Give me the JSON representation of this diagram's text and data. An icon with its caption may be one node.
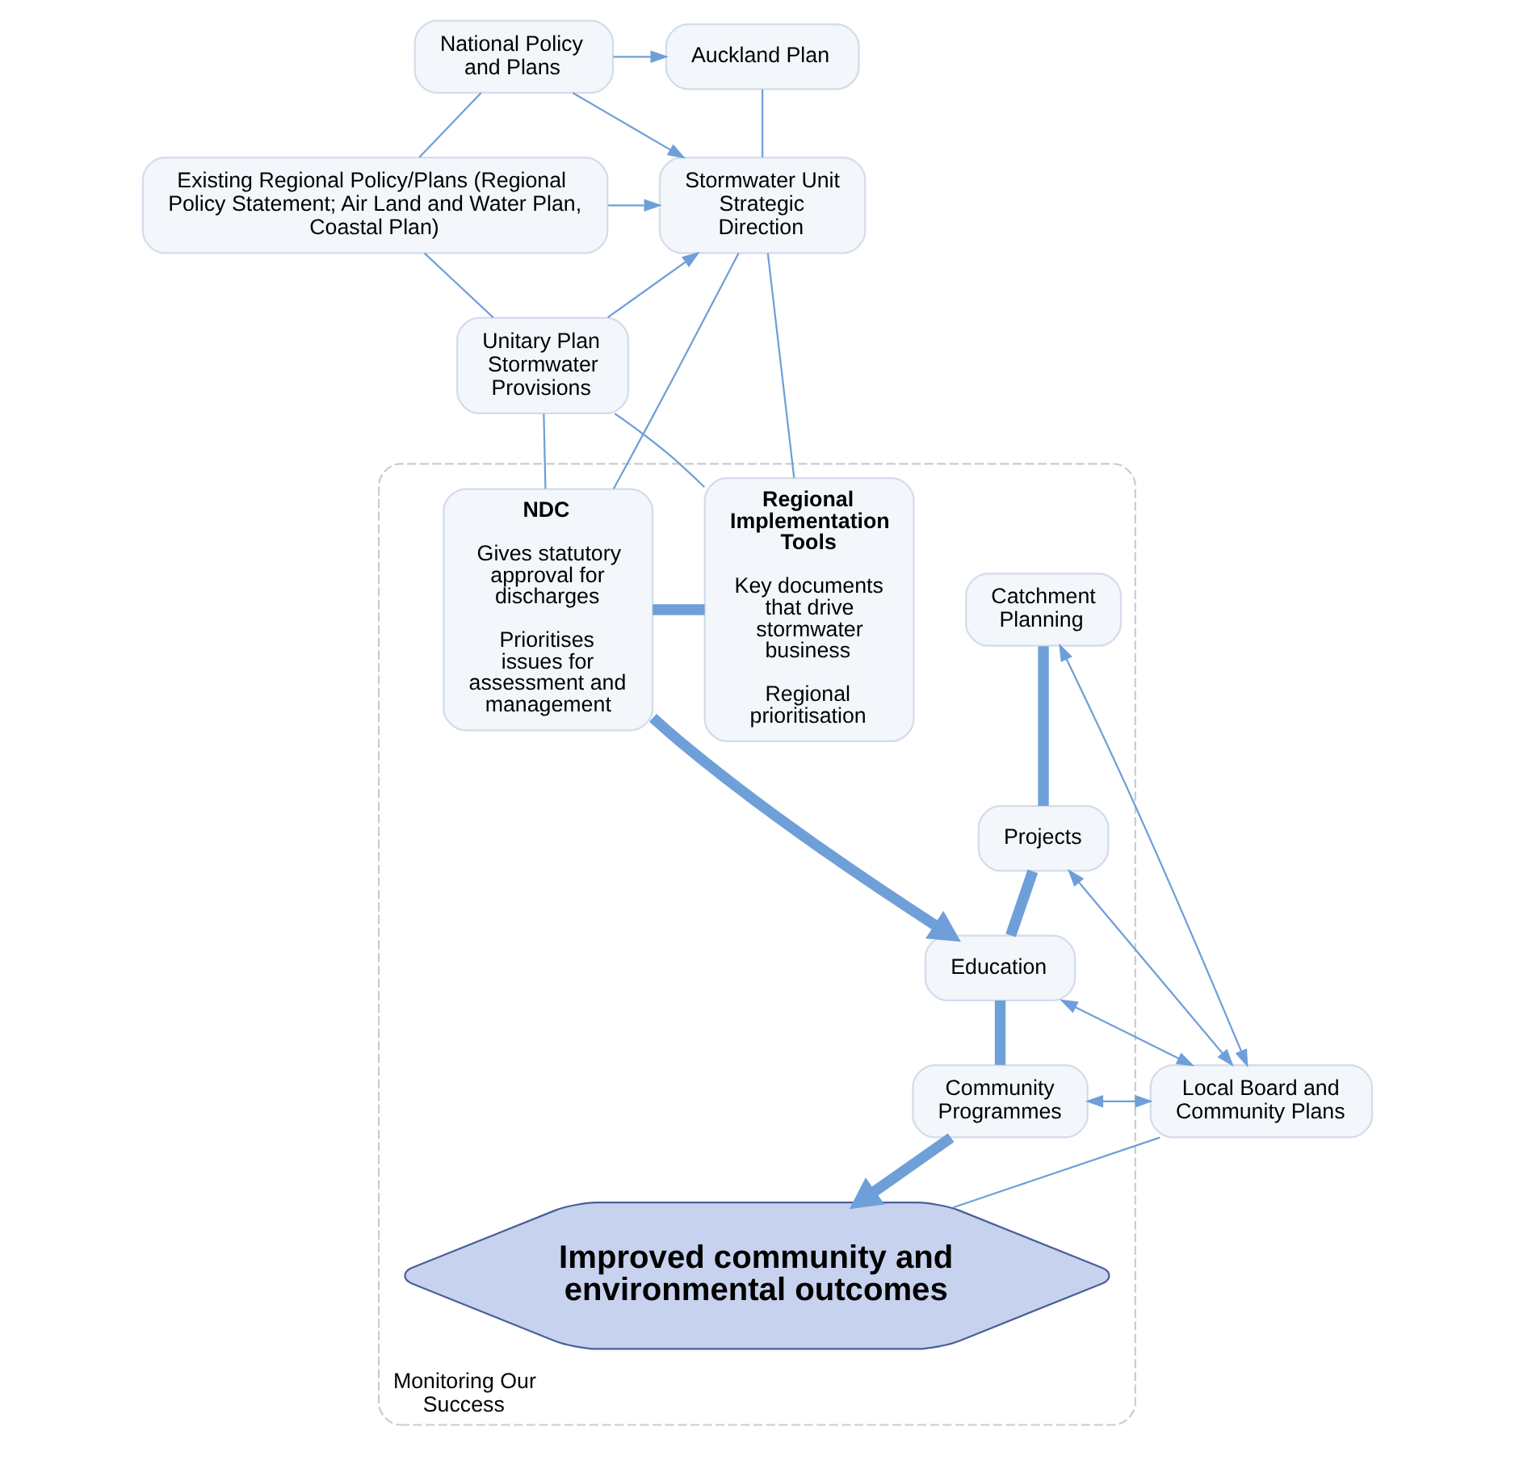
{
  "diagram": {
    "nodes": [
      {
        "text": [
          "Auckland Plan"
        ]
      },
      {
        "text": [
          "National Policy and Plans"
        ]
      },
      {
        "text": [
          "Stormwater Unit Strategic Direction"
        ]
      },
      {
        "text": [
          "Existing Regional Policy/Plans (Regional Policy Statement; Air Land and Water Plan, Coastal Plan)"
        ]
      },
      {
        "text": [
          "Unitary Plan Stormwater Provisions"
        ]
      },
      {
        "text": [
          "Monitoring Our Success"
        ]
      },
      {
        "text": [
          "Regional Implementation Tools",
          "Key documents that drive stormwater business",
          "Regional prioritisation"
        ],
        "in": 5
      },
      {
        "text": [
          "NDC",
          "Gives statutory approval for discharges",
          "Prioritises issues for assessment and management"
        ],
        "in": 5
      },
      {
        "text": [
          "Catchment Planning"
        ],
        "in": 5
      },
      {
        "text": [
          "Projects"
        ],
        "in": 5
      },
      {
        "text": [
          "Education"
        ],
        "in": 5
      },
      {
        "text": [
          "Community Programmes"
        ],
        "in": 5
      },
      {
        "text": [
          "Local Board and Community Plans"
        ]
      },
      {
        "text": [
          "Improved community and environmental outcomes"
        ],
        "in": 5
      }
    ],
    "edges": [
      {
        "from": 1,
        "to": 0,
        "arrow": "to"
      },
      {
        "from": 1,
        "to": 2,
        "arrow": "to"
      },
      {
        "from": 3,
        "to": 2,
        "arrow": "to"
      },
      {
        "from": 4,
        "to": 2,
        "arrow": "to"
      },
      {
        "from": 0,
        "to": 2,
        "arrow": "none"
      },
      {
        "from": 1,
        "to": 3,
        "arrow": "none"
      },
      {
        "from": 3,
        "to": 4,
        "arrow": "none"
      },
      {
        "from": 2,
        "to": 6,
        "arrow": "none"
      },
      {
        "from": 2,
        "to": 7,
        "arrow": "none"
      },
      {
        "from": 4,
        "to": 6,
        "arrow": "none"
      },
      {
        "from": 4,
        "to": 7,
        "arrow": "none"
      },
      {
        "from": 6,
        "to": 7,
        "arrow": "none",
        "style": "thick"
      },
      {
        "from": 7,
        "to": 10,
        "arrow": "to",
        "style": "thick"
      },
      {
        "from": 8,
        "to": 9,
        "arrow": "none",
        "style": "thick"
      },
      {
        "from": 9,
        "to": 10,
        "arrow": "none",
        "style": "thick"
      },
      {
        "from": 10,
        "to": 11,
        "arrow": "none",
        "style": "thick"
      },
      {
        "from": 11,
        "to": 13,
        "arrow": "to",
        "style": "thick"
      },
      {
        "from": 8,
        "to": 12,
        "arrow": "both"
      },
      {
        "from": 9,
        "to": 12,
        "arrow": "both"
      },
      {
        "from": 10,
        "to": 12,
        "arrow": "both"
      },
      {
        "from": 11,
        "to": 12,
        "arrow": "both"
      },
      {
        "from": 12,
        "to": 13,
        "arrow": "none"
      }
    ]
  }
}
